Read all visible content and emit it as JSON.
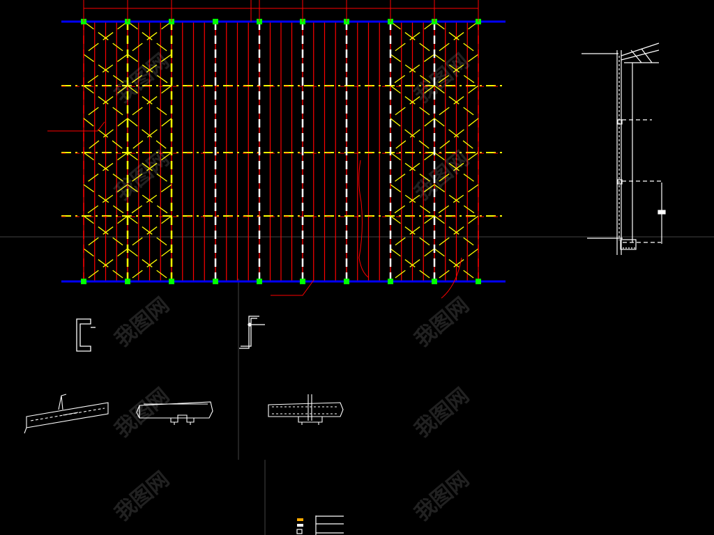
{
  "canvas": {
    "background": "#000000"
  },
  "colors": {
    "frame_line": "#ff0000",
    "purlin_line": "#ff0000",
    "beam_line": "#0000ff",
    "bracing": "#ffff00",
    "center_line": "#ffffff",
    "column_marker": "#00ff00",
    "detail_line": "#ffffff",
    "axis_line": "#555555"
  },
  "watermark": {
    "text": "我图网"
  },
  "plan": {
    "title": "",
    "grid_columns": 10,
    "grid_rows": 5,
    "bracing_bays": [
      "1-2",
      "2-3",
      "9-10"
    ]
  },
  "details": {
    "labels": []
  }
}
